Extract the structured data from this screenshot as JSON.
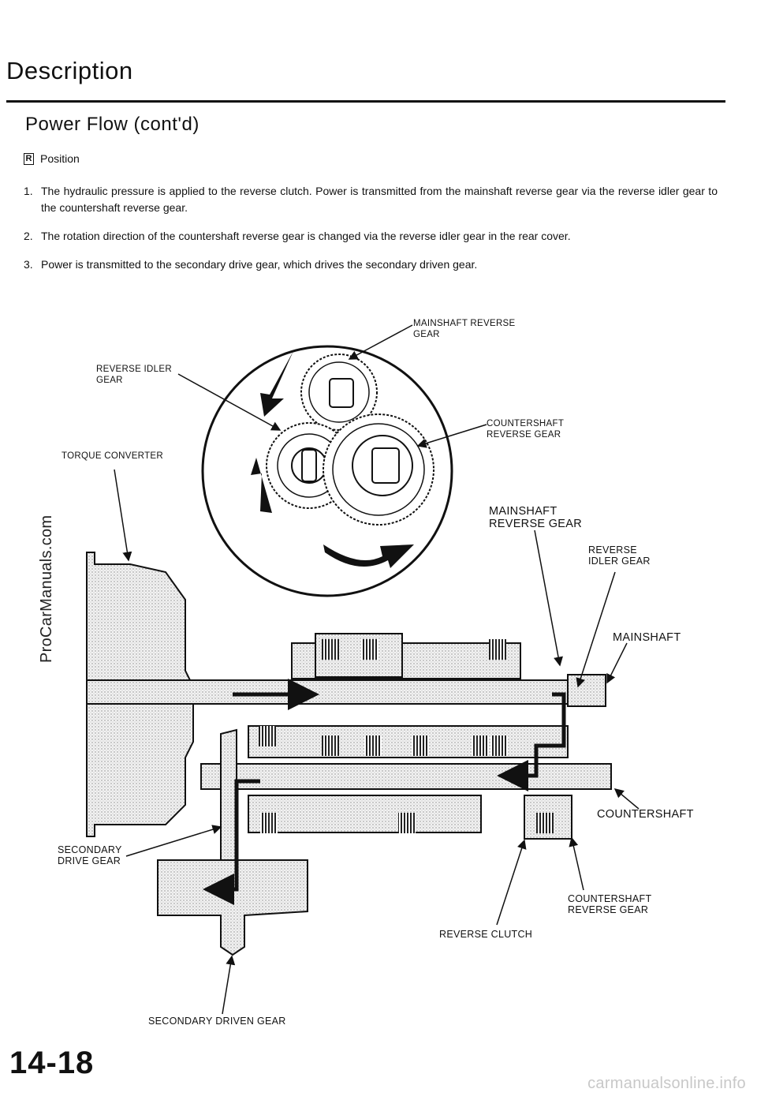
{
  "header": {
    "title": "Description",
    "section": "Power Flow (cont'd)",
    "position_glyph": "R",
    "position_label": "Position"
  },
  "steps": [
    {
      "num": "1.",
      "text": "The hydraulic pressure is applied to the reverse clutch. Power is transmitted from the mainshaft reverse gear via the reverse idler gear to the countershaft reverse gear."
    },
    {
      "num": "2.",
      "text": "The rotation direction of the countershaft reverse gear is changed via the reverse idler gear in the rear cover."
    },
    {
      "num": "3.",
      "text": "Power is transmitted to the secondary drive gear, which drives the secondary driven gear."
    }
  ],
  "diagram_labels": {
    "mainshaft_reverse_gear_top": "MAINSHAFT REVERSE\nGEAR",
    "reverse_idler_gear_top": "REVERSE IDLER\nGEAR",
    "countershaft_reverse_gear_top": "COUNTERSHAFT\nREVERSE GEAR",
    "torque_converter": "TORQUE CONVERTER",
    "mainshaft_reverse_gear": "MAINSHAFT\nREVERSE GEAR",
    "reverse_idler_gear": "REVERSE\nIDLER GEAR",
    "mainshaft": "MAINSHAFT",
    "countershaft": "COUNTERSHAFT",
    "secondary_drive_gear": "SECONDARY\nDRIVE GEAR",
    "countershaft_reverse_gear": "COUNTERSHAFT\nREVERSE GEAR",
    "reverse_clutch": "REVERSE CLUTCH",
    "secondary_driven_gear": "SECONDARY DRIVEN GEAR"
  },
  "footer": {
    "page_number": "14-18",
    "side_watermark": "ProCarManuals.com",
    "bottom_watermark": "carmanualsonline.info"
  }
}
